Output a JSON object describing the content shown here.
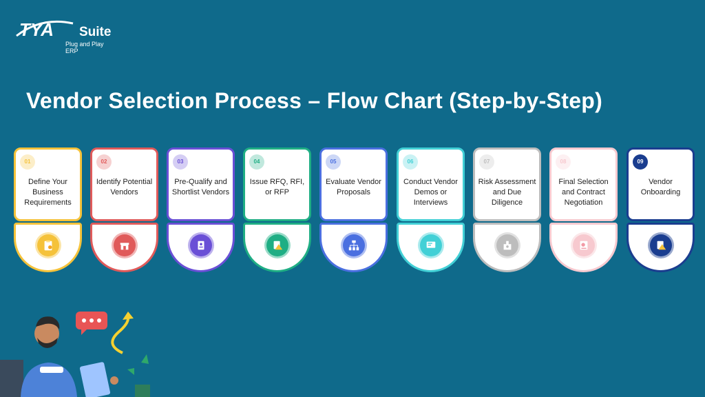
{
  "brand": {
    "logo_text": "TYA",
    "suite": "Suite",
    "tagline": "Plug and Play ERP"
  },
  "title": "Vendor Selection Process – Flow Chart (Step-by-Step)",
  "steps": [
    {
      "num": "01",
      "label": "Define Your Business Requirements",
      "color": "#f5c23a",
      "icon": "clipboard-gear-icon"
    },
    {
      "num": "02",
      "label": "Identify Potential Vendors",
      "color": "#e05a5a",
      "icon": "vendor-stall-icon"
    },
    {
      "num": "03",
      "label": "Pre-Qualify and Shortlist Vendors",
      "color": "#6a4fd6",
      "icon": "shortlist-doc-icon"
    },
    {
      "num": "04",
      "label": "Issue RFQ, RFI, or RFP",
      "color": "#1fae84",
      "icon": "warning-doc-icon"
    },
    {
      "num": "05",
      "label": "Evaluate Vendor Proposals",
      "color": "#4a6fe0",
      "icon": "org-chart-icon"
    },
    {
      "num": "06",
      "label": "Conduct Vendor Demos or Interviews",
      "color": "#42d0d6",
      "icon": "presentation-icon"
    },
    {
      "num": "07",
      "label": "Risk Assessment and Due Diligence",
      "color": "#bdbdbd",
      "icon": "risk-assessment-icon"
    },
    {
      "num": "08",
      "label": "Final Selection and Contract Negotiation",
      "color": "#f7c9cf",
      "icon": "contract-icon"
    },
    {
      "num": "09",
      "label": "Vendor Onboarding",
      "color": "#1a3d8f",
      "icon": "onboarding-icon"
    }
  ]
}
